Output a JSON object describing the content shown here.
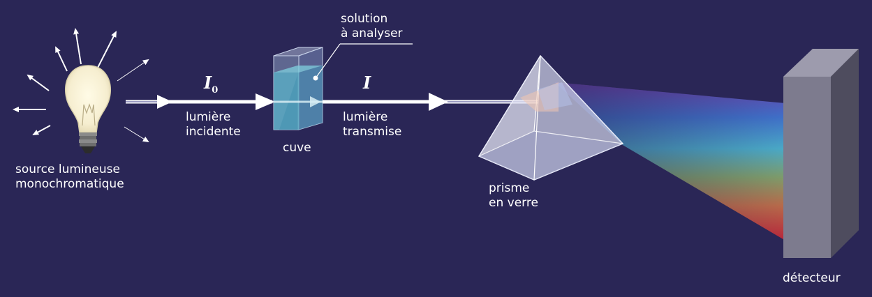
{
  "labels": {
    "source_line1": "source lumineuse",
    "source_line2": "monochromatique",
    "incident_line1": "lumière",
    "incident_line2": "incidente",
    "cuvette": "cuve",
    "solution_line1": "solution",
    "solution_line2": "à analyser",
    "transmitted_line1": "lumière",
    "transmitted_line2": "transmise",
    "prism_line1": "prisme",
    "prism_line2": "en verre",
    "detector": "détecteur"
  },
  "symbols": {
    "incident_intensity": "I",
    "incident_subscript": "0",
    "transmitted_intensity": "I"
  },
  "colors": {
    "background": "#2a2656",
    "text": "#ffffff",
    "beam": "#ffffff",
    "cuvette_glass": "#9fb7d6",
    "solution": "#5ab3c9",
    "prism_glass": "#d9dcf0",
    "detector_front": "#7d7b8e",
    "detector_side": "#4e4c5e"
  }
}
